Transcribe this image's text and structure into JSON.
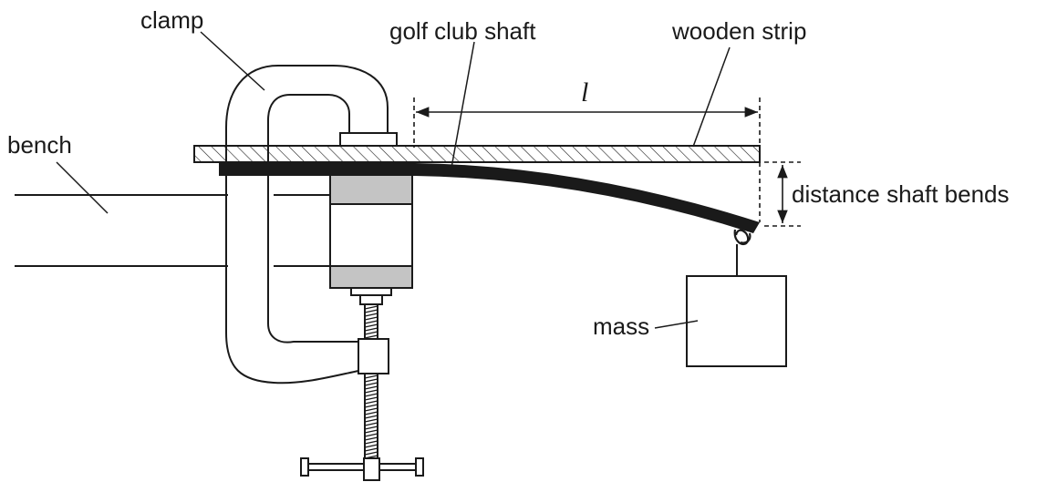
{
  "labels": {
    "clamp": "clamp",
    "golf_club_shaft": "golf club shaft",
    "wooden_strip": "wooden strip",
    "bench": "bench",
    "length": "l",
    "distance_shaft_bends": "distance shaft bends",
    "mass": "mass"
  },
  "colors": {
    "ink": "#1a1a1a",
    "block_gray": "#c4c4c4",
    "shaft": "#1a1a1a",
    "hatch": "#1a1a1a"
  }
}
